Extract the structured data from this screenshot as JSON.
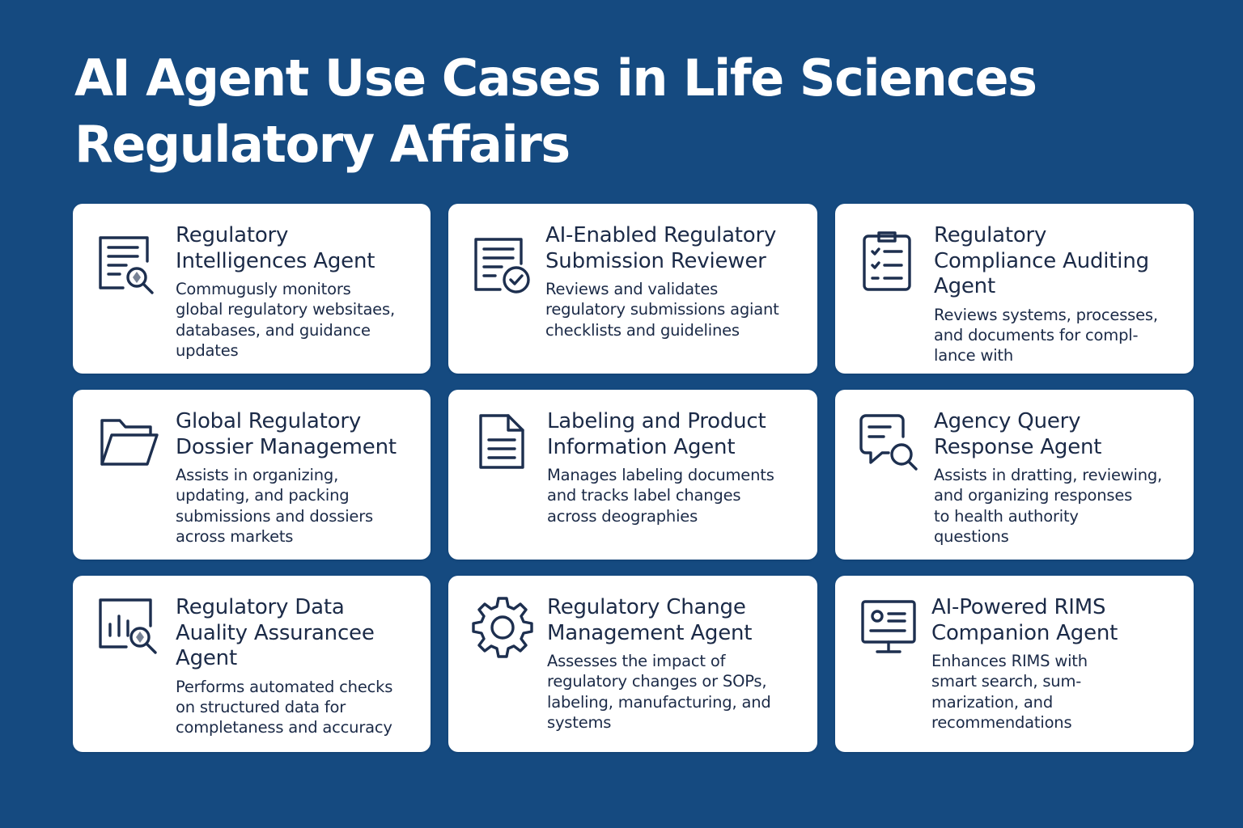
{
  "title": {
    "line1": "AI Agent Use Cases in Life Sciences",
    "line2": "Regulatory Affairs"
  },
  "cards": [
    {
      "icon": "document-search-icon",
      "title": [
        "Regulatory",
        "Intelligences Agent"
      ],
      "desc": [
        "Commugusly monitors",
        "global regulatory websitaes,",
        "databases, and guidance",
        "updates"
      ]
    },
    {
      "icon": "document-check-icon",
      "title": [
        "AI-Enabled Regulatory",
        "Submission Reviewer"
      ],
      "desc": [
        "Reviews and validates",
        "regulatory submissions agiant",
        "checklists and guidelines"
      ]
    },
    {
      "icon": "clipboard-checklist-icon",
      "title": [
        "Regulatory",
        "Compliance Auditing",
        "Agent"
      ],
      "desc": [
        "Reviews systems, processes,",
        "and documents for compl-",
        "lance with"
      ]
    },
    {
      "icon": "folder-icon",
      "title": [
        "Global Regulatory",
        "Dossier Management"
      ],
      "desc": [
        "Assists in organizing,",
        "updating, and packing",
        "submissions and dossiers",
        "across markets"
      ]
    },
    {
      "icon": "document-icon",
      "title": [
        "Labeling and Product",
        "Information Agent"
      ],
      "desc": [
        "Manages labeling documents",
        "and tracks label changes",
        "across deographies"
      ]
    },
    {
      "icon": "chat-search-icon",
      "title": [
        "Agency Query",
        "Response Agent"
      ],
      "desc": [
        "Assists in dratting, reviewing,",
        "and organizing responses",
        "to health authority",
        "questions"
      ]
    },
    {
      "icon": "chart-search-icon",
      "title": [
        "Regulatory Data",
        "Auality Assurancee",
        "Agent"
      ],
      "desc": [
        "Performs automated checks",
        "on structured data for",
        "completaness and accuracy"
      ]
    },
    {
      "icon": "gear-icon",
      "title": [
        "Regulatory Change",
        "Management Agent"
      ],
      "desc": [
        "Assesses the impact of",
        "regulatory changes or SOPs,",
        "labeling, manufacturing, and",
        "systems"
      ]
    },
    {
      "icon": "monitor-icon",
      "title": [
        "AI-Powered RIMS",
        "Companion Agent"
      ],
      "desc": [
        "Enhances RIMS with",
        "smart search, sum-",
        "marization, and",
        "recommendations"
      ]
    }
  ]
}
